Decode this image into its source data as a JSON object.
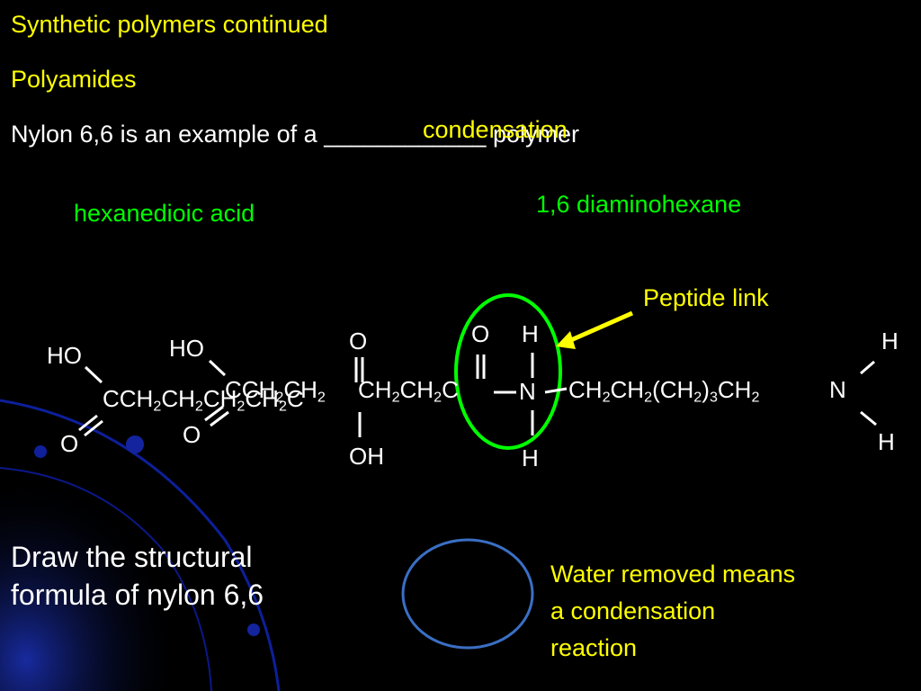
{
  "slide": {
    "title": "Synthetic polymers continued",
    "subtitle": "Polyamides",
    "statement_prefix": "Nylon  6,6 is an example of a",
    "blank": "____________",
    "statement_suffix": "polymer",
    "answer": "condensation",
    "label_acid": "hexanedioic acid",
    "label_amine": "1,6 diaminohexane",
    "peptide_label": "Peptide link",
    "task_line1": "Draw the structural",
    "task_line2": "formula of nylon 6,6",
    "note_line1": "Water removed means",
    "note_line2": "a condensation",
    "note_line3": "reaction"
  },
  "chem": {
    "ho": "HO",
    "o": "O",
    "oh": "OH",
    "h": "H",
    "n": "N",
    "c": "C",
    "ch": "CH",
    "cch": "CCH",
    "sub2": "2",
    "sub3": "3",
    "lparen": "(",
    "rparen": ")"
  },
  "colors": {
    "title_text": "#ffff00",
    "body_text": "#ffffff",
    "label_green": "#00ff00",
    "peptide_circle": "#00ff00",
    "arrow": "#ffff00",
    "water_circle": "#3a6fc4",
    "background": "#000000",
    "swirl": "#0a1a8c"
  }
}
